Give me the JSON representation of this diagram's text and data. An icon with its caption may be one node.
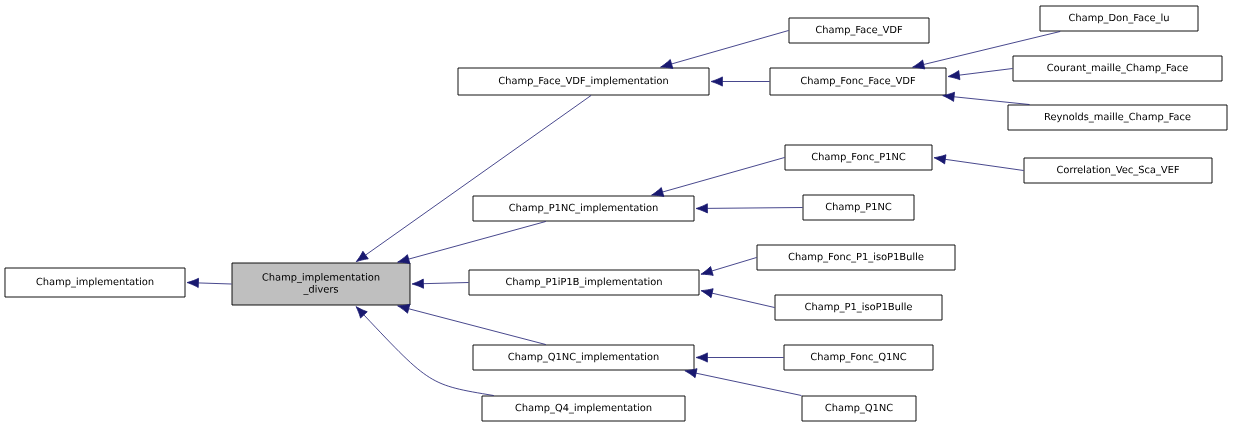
{
  "diagram": {
    "nodes": [
      {
        "text": [
          "Champ_implementation"
        ]
      },
      {
        "text": [
          "Champ_implementation _divers"
        ]
      },
      {
        "text": [
          "Champ_Face_VDF_implementation"
        ]
      },
      {
        "text": [
          "Champ_Face_VDF"
        ]
      },
      {
        "text": [
          "Champ_Fonc_Face_VDF"
        ]
      },
      {
        "text": [
          "Champ_Don_Face_lu"
        ]
      },
      {
        "text": [
          "Courant_maille_Champ_Face"
        ]
      },
      {
        "text": [
          "Reynolds_maille_Champ_Face"
        ]
      },
      {
        "text": [
          "Champ_P1NC_implementation"
        ]
      },
      {
        "text": [
          "Champ_Fonc_P1NC"
        ]
      },
      {
        "text": [
          "Correlation_Vec_Sca_VEF"
        ]
      },
      {
        "text": [
          "Champ_P1NC"
        ]
      },
      {
        "text": [
          "Champ_P1iP1B_implementation"
        ]
      },
      {
        "text": [
          "Champ_Fonc_P1_isoP1Bulle"
        ]
      },
      {
        "text": [
          "Champ_P1_isoP1Bulle"
        ]
      },
      {
        "text": [
          "Champ_Q1NC_implementation"
        ]
      },
      {
        "text": [
          "Champ_Fonc_Q1NC"
        ]
      },
      {
        "text": [
          "Champ_Q1NC"
        ]
      },
      {
        "text": [
          "Champ_Q4_implementation"
        ]
      }
    ],
    "edges": [
      {
        "from": 1,
        "to": 0,
        "arrow": "to"
      },
      {
        "from": 2,
        "to": 1,
        "arrow": "to"
      },
      {
        "from": 8,
        "to": 1,
        "arrow": "to"
      },
      {
        "from": 12,
        "to": 1,
        "arrow": "to"
      },
      {
        "from": 15,
        "to": 1,
        "arrow": "to"
      },
      {
        "from": 18,
        "to": 1,
        "arrow": "to"
      },
      {
        "from": 3,
        "to": 2,
        "arrow": "to"
      },
      {
        "from": 4,
        "to": 2,
        "arrow": "to"
      },
      {
        "from": 5,
        "to": 4,
        "arrow": "to"
      },
      {
        "from": 6,
        "to": 4,
        "arrow": "to"
      },
      {
        "from": 7,
        "to": 4,
        "arrow": "to"
      },
      {
        "from": 9,
        "to": 8,
        "arrow": "to"
      },
      {
        "from": 11,
        "to": 8,
        "arrow": "to"
      },
      {
        "from": 10,
        "to": 9,
        "arrow": "to"
      },
      {
        "from": 13,
        "to": 12,
        "arrow": "to"
      },
      {
        "from": 14,
        "to": 12,
        "arrow": "to"
      },
      {
        "from": 16,
        "to": 15,
        "arrow": "to"
      },
      {
        "from": 17,
        "to": 15,
        "arrow": "to"
      }
    ]
  }
}
